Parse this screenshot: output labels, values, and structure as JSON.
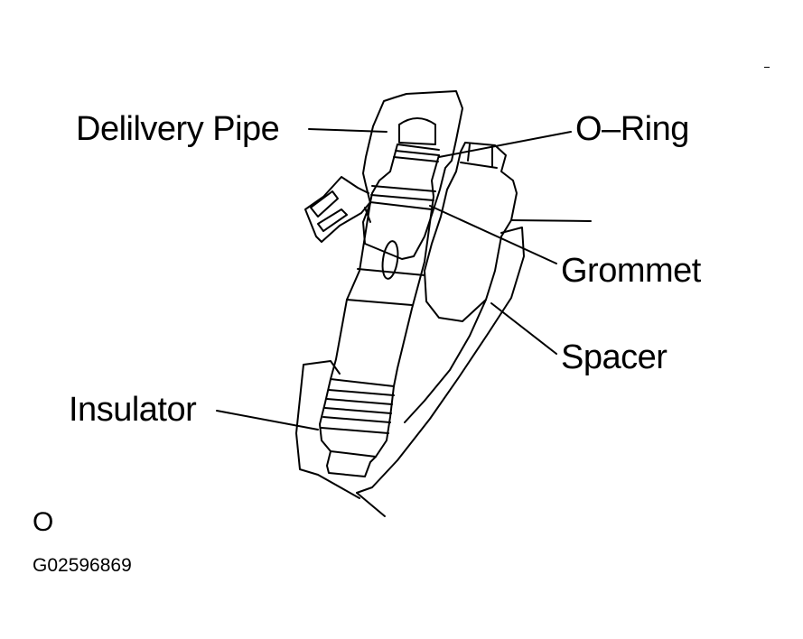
{
  "diagram": {
    "labels": {
      "delivery_pipe": "Delilvery Pipe",
      "o_ring": "O–Ring",
      "grommet": "Grommet",
      "spacer": "Spacer",
      "insulator": "Insulator"
    },
    "marker": "O",
    "figure_id": "G02596869"
  },
  "colors": {
    "ink": "#000000",
    "paper": "#ffffff"
  }
}
